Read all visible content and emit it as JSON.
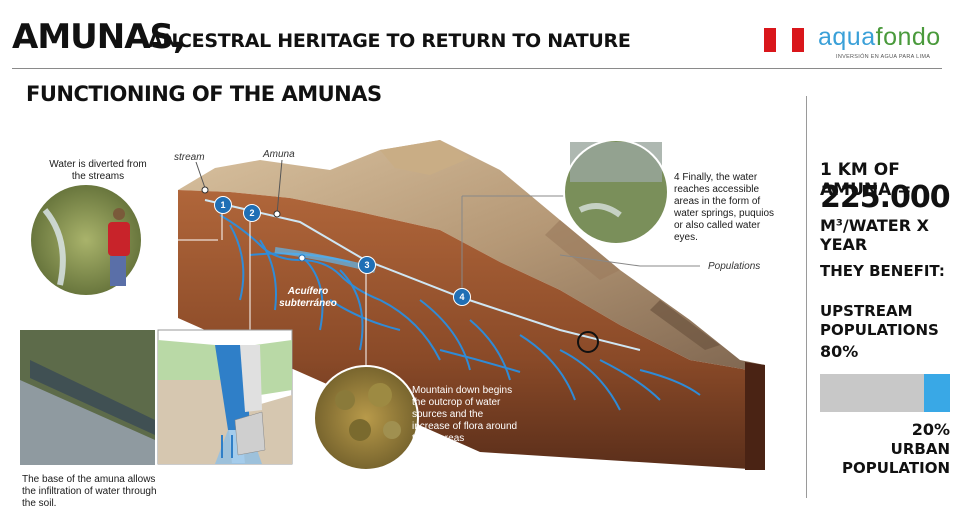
{
  "header": {
    "title": "AMUNAS,",
    "subtitle": "ANCESTRAL HERITAGE TO RETURN TO NATURE",
    "logo_a": "aqua",
    "logo_f": "fondo",
    "logo_tagline": "INVERSIÓN EN AGUA PARA LIMA"
  },
  "section_title": "FUNCTIONING OF THE AMUNAS",
  "diagram": {
    "label_stream": "stream",
    "label_amuna": "Amuna",
    "label_populations": "Populations",
    "label_acuifero": "Acuífero subterráneo",
    "steps": [
      "1",
      "2",
      "3",
      "4"
    ],
    "caption_diverted": "Water is diverted from the streams",
    "caption_finally": "4 Finally, the water reaches accessible areas in the form of water springs, puquios or also called water eyes.",
    "caption_mountain": "Mountain down begins the outcrop of water sources and the increase of flora around these areas",
    "caption_base": "The base of the amuna allows the infiltration of water through the soil."
  },
  "stats": {
    "line1": "1 KM OF AMUNA =",
    "value": "225.000",
    "unit": "M³/WATER X YEAR",
    "benefit": "THEY BENEFIT:",
    "upstream_label": "UPSTREAM POPULATIONS",
    "upstream_pct": "80%",
    "upstream_fraction": 0.8,
    "urban_pct": "20%",
    "urban_label": "URBAN POPULATION",
    "urban_fraction": 0.2,
    "color_upstream": "#c8c8c8",
    "color_urban": "#39a8e6"
  },
  "colors": {
    "flag_red": "#d9161b",
    "water_blue": "#1f6fb5",
    "brand_blue": "#3aa0d8",
    "brand_green": "#4a9a3c"
  }
}
